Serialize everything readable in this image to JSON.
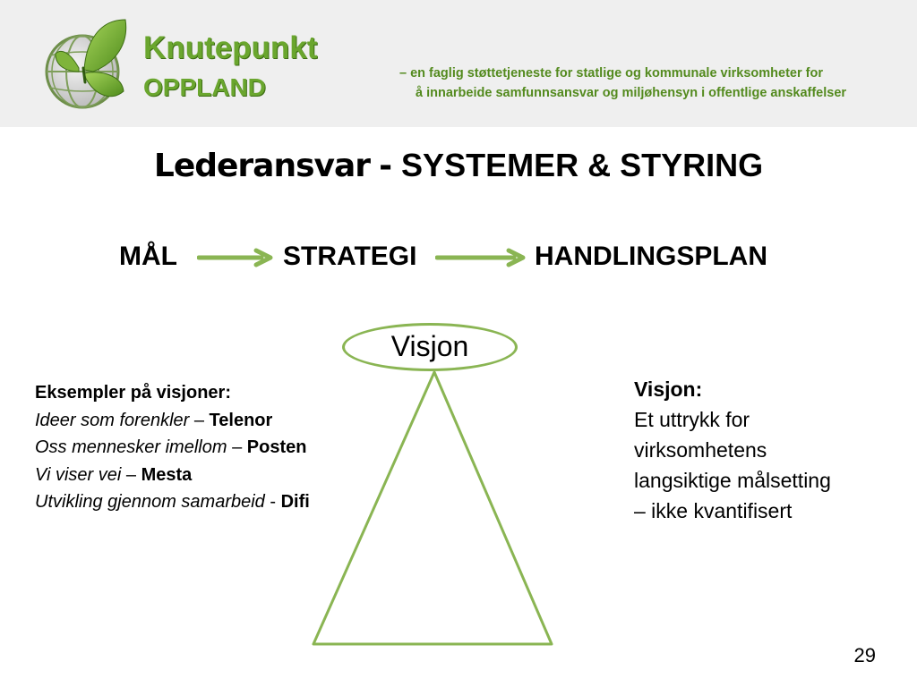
{
  "header": {
    "brand_name": "Knutepunkt",
    "brand_region": "OPPLAND",
    "tagline_line1": "–  en faglig støttetjeneste for statlige og kommunale virksomheter for",
    "tagline_line2": "å innarbeide samfunnsansvar og miljøhensyn i offentlige anskaffelser",
    "logo_icon": "globe-butterfly-icon",
    "brand_color": "#6aa62e"
  },
  "slide": {
    "title_main": "Lederansvar",
    "title_dash": "-",
    "title_sub": "SYSTEMER & STYRING",
    "flow": {
      "step1": "MÅL",
      "step2": "STRATEGI",
      "step3": "HANDLINGSPLAN",
      "arrow_color": "#8ab553"
    },
    "diagram": {
      "ellipse_label": "Visjon",
      "shape_color": "#8ab553"
    },
    "examples": {
      "heading": "Eksempler på visjoner:",
      "items": [
        {
          "phrase": "Ideer som forenkler",
          "separator": "–",
          "org": "Telenor"
        },
        {
          "phrase": "Oss mennesker imellom",
          "separator": "–",
          "org": "Posten"
        },
        {
          "phrase": "Vi viser vei",
          "separator": "–",
          "org": "Mesta"
        },
        {
          "phrase": "Utvikling gjennom samarbeid",
          "separator": "-",
          "org": "Difi"
        }
      ]
    },
    "definition": {
      "heading": "Visjon:",
      "body": "Et uttrykk for virksomhetens langsiktige målsetting – ikke kvantifisert"
    },
    "page_number": "29"
  }
}
